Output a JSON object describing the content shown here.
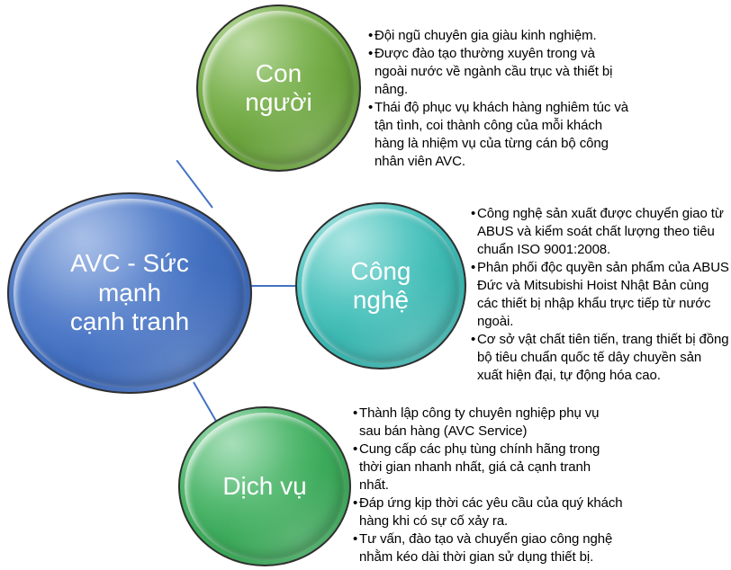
{
  "diagram": {
    "title": "AVC - Suc manh canh tranh",
    "background_color": "#ffffff",
    "connector_color": "#4472C4",
    "text_color": "#000000",
    "bullet_glyph": "•"
  },
  "nodes": {
    "main": {
      "label": "AVC - Sức\nmạnh\ncạnh tranh",
      "color": "#4472C4"
    },
    "people": {
      "label": "Con\nngười",
      "color": "#6FA940"
    },
    "tech": {
      "label": "Công\nnghệ",
      "color": "#41BEB8"
    },
    "service": {
      "label": "Dịch vụ",
      "color": "#3FAF5E"
    }
  },
  "bullets": {
    "people": [
      "Đội ngũ chuyên gia giàu kinh nghiệm.",
      "Được đào tạo thường xuyên trong và ngoài nước về ngành cầu trục và thiết bị nâng.",
      "Thái độ phục vụ khách hàng nghiêm túc và tận tình, coi thành công của mỗi khách hàng là nhiệm vụ của từng cán bộ công nhân viên AVC."
    ],
    "tech": [
      "Công nghệ sản xuất được chuyển giao từ ABUS và kiểm soát chất lượng theo tiêu chuẩn ISO 9001:2008.",
      "Phân phối độc quyền sản phẩm của ABUS Đức và Mitsubishi Hoist Nhật Bản cùng các thiết bị nhập khẩu trực tiếp từ nước ngoài.",
      "Cơ sở vật chất tiên tiến, trang thiết bị đồng bộ tiêu chuẩn quốc tế dây chuyền sản xuất hiện đại, tự động hóa cao."
    ],
    "service": [
      "Thành lập công ty chuyên nghiệp phụ vụ sau bán hàng (AVC Service)",
      "Cung cấp các phụ tùng chính hãng trong thời gian nhanh nhất, giá cả cạnh tranh nhất.",
      "Đáp ứng kịp thời các yêu cầu của quý khách hàng khi có sự cố xảy ra.",
      "Tư vấn, đào tạo và chuyển giao công nghệ nhằm kéo dài thời gian sử dụng thiết bị."
    ]
  }
}
